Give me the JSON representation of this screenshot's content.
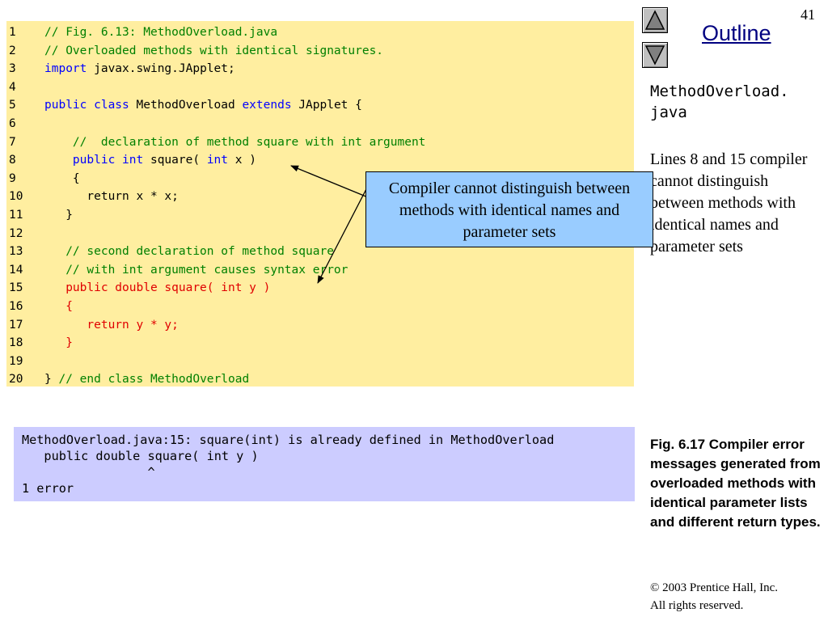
{
  "slide": {
    "number": "41",
    "outline_label": "Outline",
    "nav_up_icon": "triangle-up-icon",
    "nav_down_icon": "triangle-down-icon"
  },
  "code_lines": [
    {
      "ln": "1",
      "tokens": [
        {
          "t": "// Fig. 6.13: MethodOverload.java",
          "c": "cmt"
        }
      ]
    },
    {
      "ln": "2",
      "tokens": [
        {
          "t": "// Overloaded methods with identical signatures.",
          "c": "cmt"
        }
      ]
    },
    {
      "ln": "3",
      "tokens": [
        {
          "t": "import",
          "c": "kw"
        },
        {
          "t": " javax.swing.JApplet;",
          "c": "plain"
        }
      ]
    },
    {
      "ln": "4",
      "tokens": []
    },
    {
      "ln": "5",
      "tokens": [
        {
          "t": "public class",
          "c": "kw"
        },
        {
          "t": " MethodOverload ",
          "c": "plain"
        },
        {
          "t": "extends",
          "c": "kw"
        },
        {
          "t": " JApplet {",
          "c": "plain"
        }
      ]
    },
    {
      "ln": "6",
      "tokens": []
    },
    {
      "ln": "7",
      "tokens": [
        {
          "t": "    //  declaration of method square with int argument",
          "c": "cmt"
        }
      ]
    },
    {
      "ln": "8",
      "tokens": [
        {
          "t": "    ",
          "c": "plain"
        },
        {
          "t": "public int",
          "c": "kw"
        },
        {
          "t": " square( ",
          "c": "plain"
        },
        {
          "t": "int",
          "c": "kw"
        },
        {
          "t": " x )",
          "c": "plain"
        }
      ]
    },
    {
      "ln": "9",
      "tokens": [
        {
          "t": "    {",
          "c": "plain"
        }
      ]
    },
    {
      "ln": "10",
      "tokens": [
        {
          "t": "      return x * x;",
          "c": "plain"
        }
      ]
    },
    {
      "ln": "11",
      "tokens": [
        {
          "t": "   }",
          "c": "plain"
        }
      ]
    },
    {
      "ln": "12",
      "tokens": []
    },
    {
      "ln": "13",
      "tokens": [
        {
          "t": "   // second declaration of method square",
          "c": "cmt"
        }
      ]
    },
    {
      "ln": "14",
      "tokens": [
        {
          "t": "   // with int argument causes syntax error",
          "c": "cmt"
        }
      ]
    },
    {
      "ln": "15",
      "tokens": [
        {
          "t": "   public double square( int y )",
          "c": "err"
        }
      ]
    },
    {
      "ln": "16",
      "tokens": [
        {
          "t": "   {",
          "c": "err"
        }
      ]
    },
    {
      "ln": "17",
      "tokens": [
        {
          "t": "      return y * y;",
          "c": "err"
        }
      ]
    },
    {
      "ln": "18",
      "tokens": [
        {
          "t": "   }",
          "c": "err"
        }
      ]
    },
    {
      "ln": "19",
      "tokens": []
    },
    {
      "ln": "20",
      "tokens": [
        {
          "t": "} ",
          "c": "plain"
        },
        {
          "t": "// end class MethodOverload",
          "c": "cmt"
        }
      ]
    }
  ],
  "file_title": "MethodOverload.\njava",
  "side_note": "Lines 8 and 15 compiler cannot distinguish between methods with identical names and parameter sets",
  "callout_text": "Compiler cannot distinguish between methods with identical names and parameter sets",
  "error_output": [
    "MethodOverload.java:15: square(int) is already defined in MethodOverload",
    "   public double square( int y )",
    "                 ^",
    "1 error"
  ],
  "caption": "Fig. 6.17    Compiler error messages generated from overloaded methods with identical parameter lists and different return types.",
  "copyright": {
    "symbol": "©",
    "line1": " 2003 Prentice Hall, Inc.",
    "line2": "All rights reserved."
  },
  "colors": {
    "code_background": "#ffeea0",
    "callout_background": "#99ccff",
    "error_background": "#ccccff",
    "comment": "#008000",
    "keyword": "#0000ff",
    "error_code": "#e00000"
  }
}
